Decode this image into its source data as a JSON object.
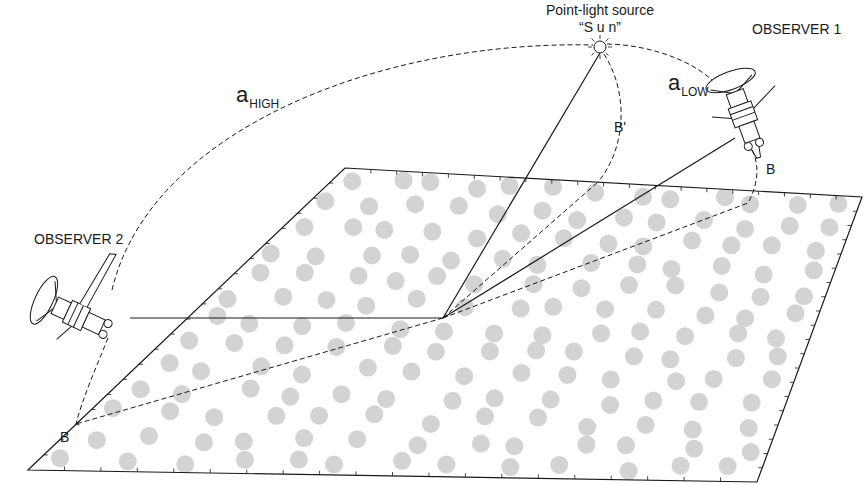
{
  "diagram": {
    "labels": [
      "Point-light source",
      "“S u n”",
      "OBSERVER 1",
      "OBSERVER 2",
      "a",
      "HIGH",
      "a",
      "LOW",
      "B'",
      "B",
      "B"
    ]
  }
}
